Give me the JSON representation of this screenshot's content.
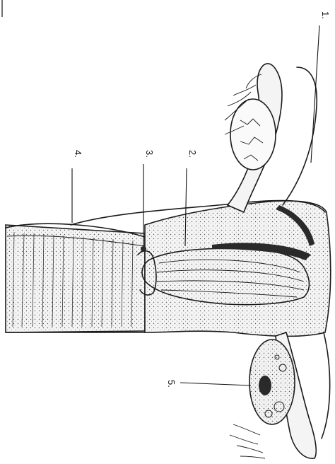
{
  "figure": {
    "callouts": [
      {
        "id": "1",
        "text": "1."
      },
      {
        "id": "2",
        "text": "2."
      },
      {
        "id": "3",
        "text": "3."
      },
      {
        "id": "4",
        "text": "4."
      },
      {
        "id": "5",
        "text": "5."
      }
    ]
  }
}
